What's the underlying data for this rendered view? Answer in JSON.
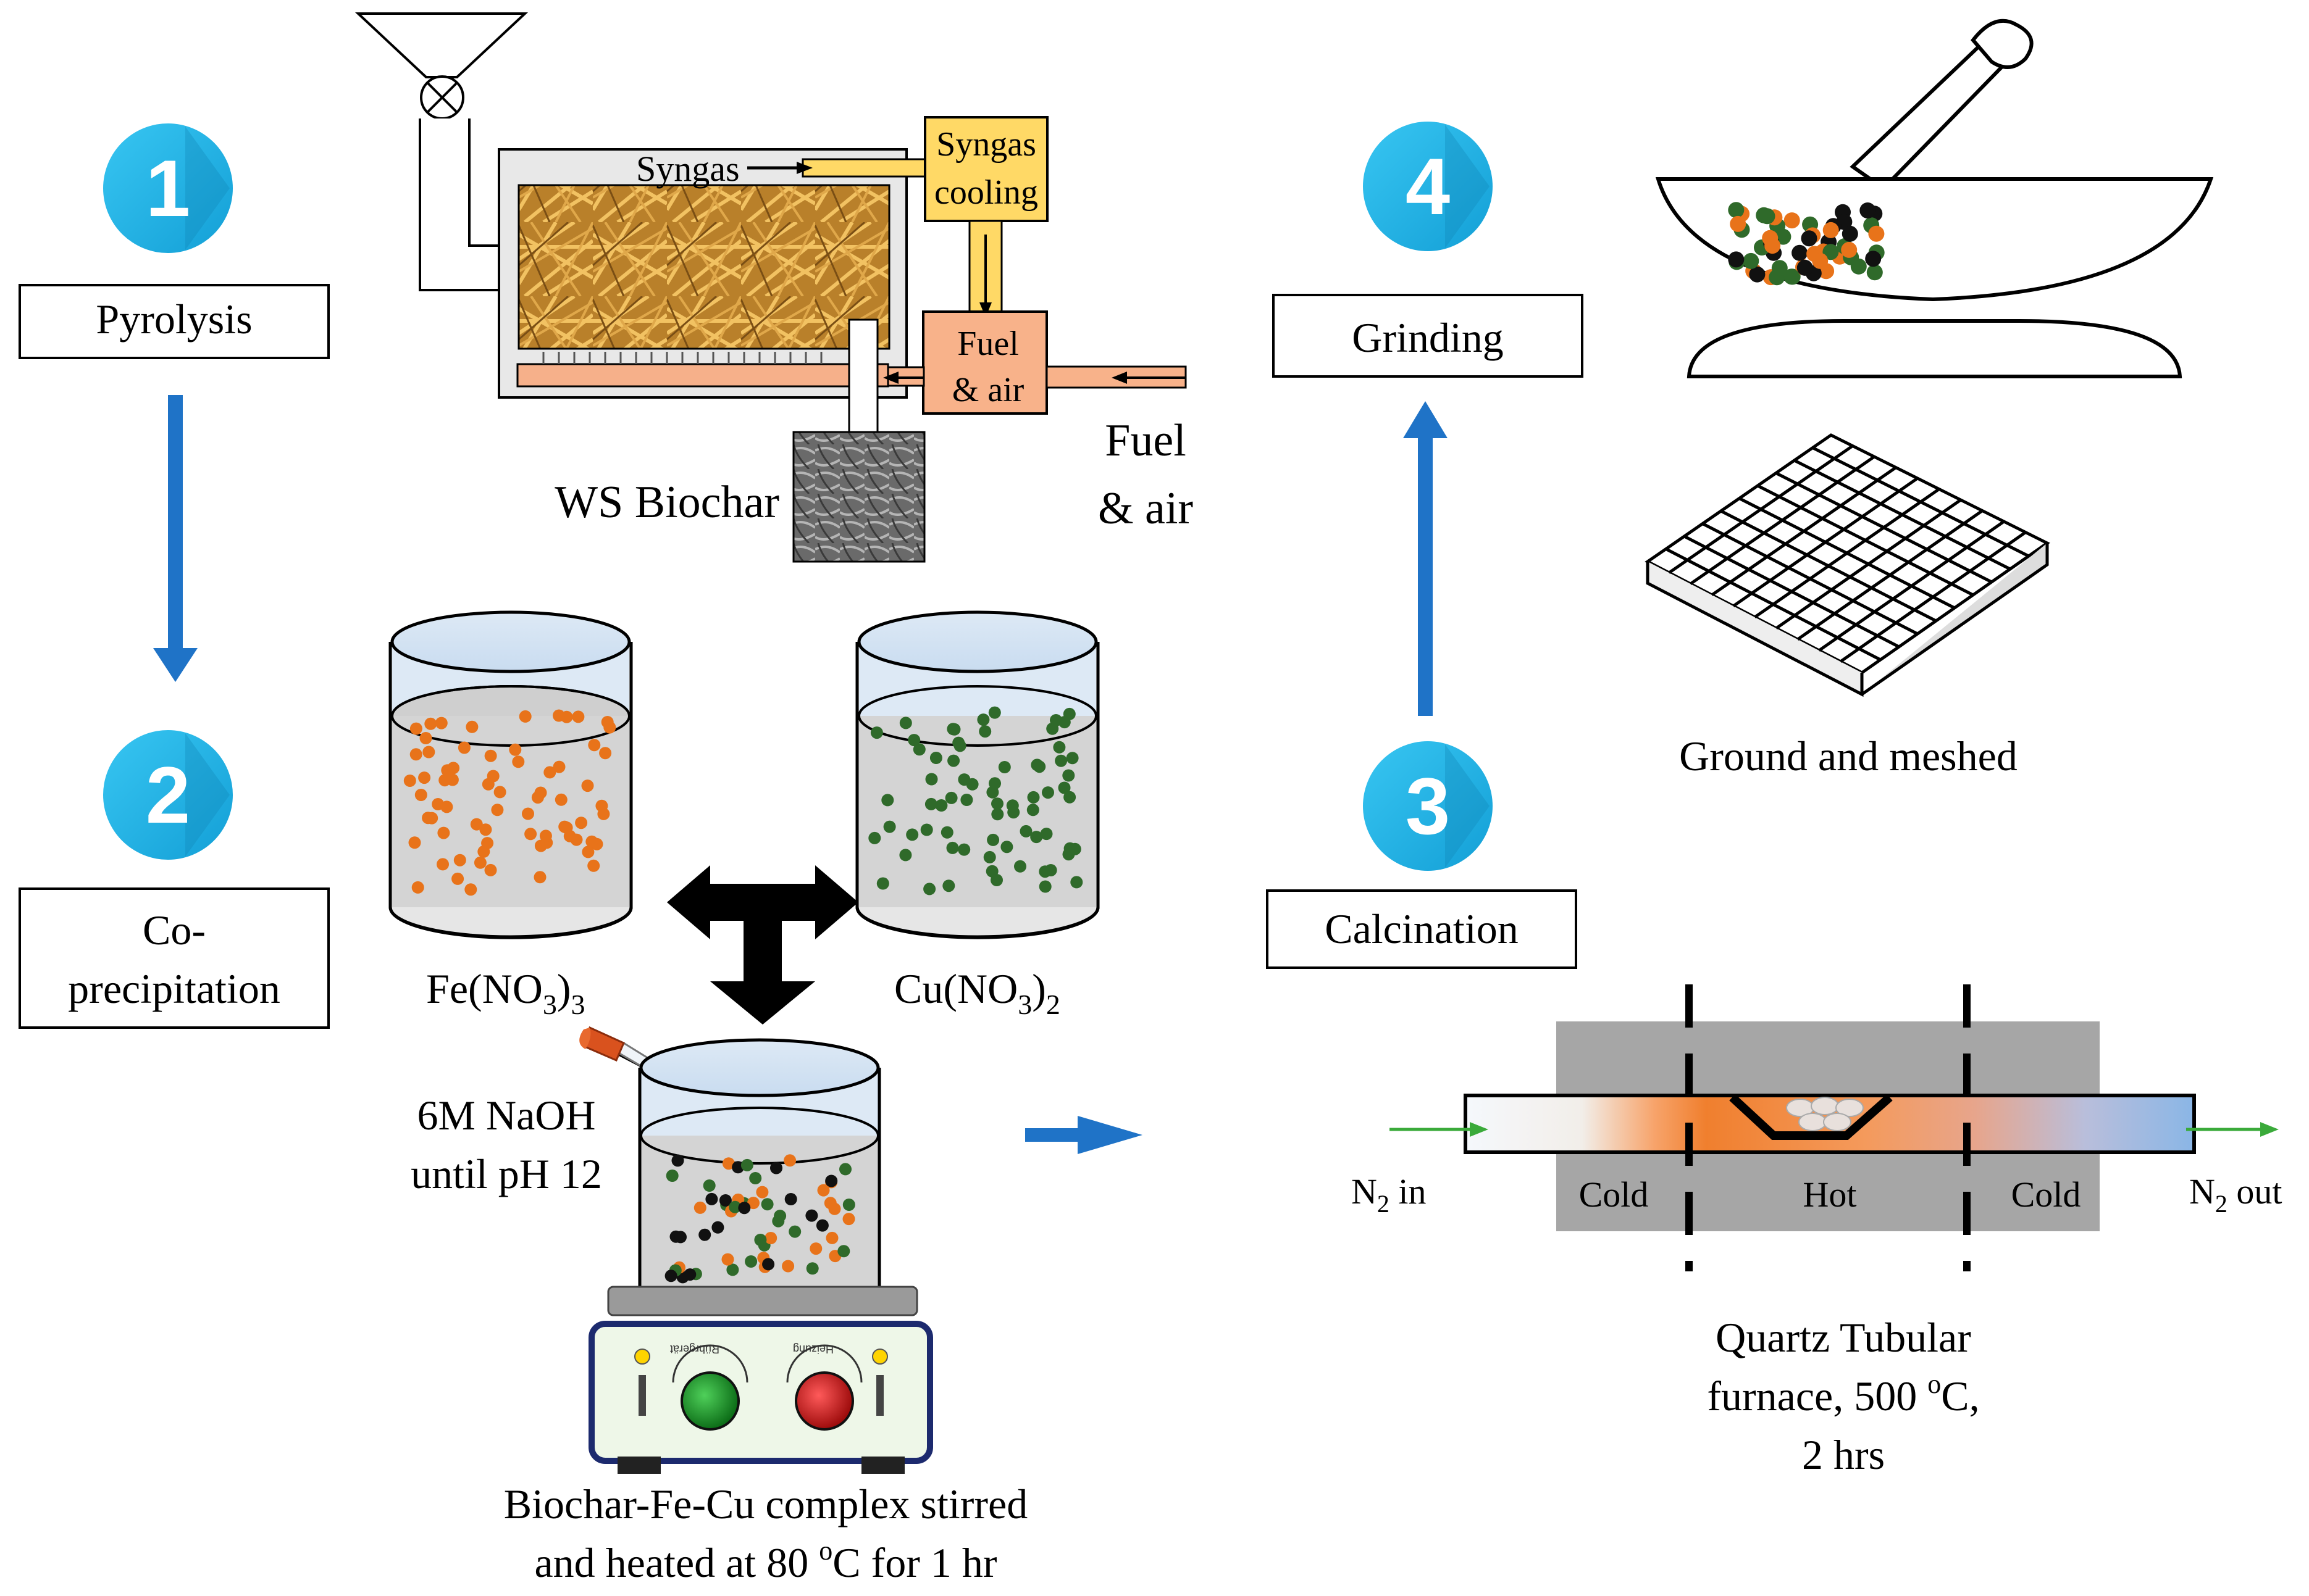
{
  "steps": [
    {
      "number": "1",
      "label": "Pyrolysis"
    },
    {
      "number": "2",
      "label_line1": "Co-",
      "label_line2": "precipitation"
    },
    {
      "number": "3",
      "label": "Calcination"
    },
    {
      "number": "4",
      "label": "Grinding"
    }
  ],
  "pyrolysis": {
    "syngas": "Syngas",
    "syngas_cooling_line1": "Syngas",
    "syngas_cooling_line2": "cooling",
    "fuel_air_box_line1": "Fuel",
    "fuel_air_box_line2": "& air",
    "fuel_air_line1": "Fuel",
    "fuel_air_line2": "& air",
    "biochar_label": "WS Biochar"
  },
  "coprecipitation": {
    "fe_label": "Fe(NO",
    "fe_sub": "3",
    "fe_close": ")",
    "fe_sub2": "3",
    "cu_label": "Cu(NO",
    "cu_sub": "3",
    "cu_close": ")",
    "cu_sub2": "2",
    "naoh_line1": "6M NaOH",
    "naoh_line2": "until pH 12",
    "caption_line1": "Biochar-Fe-Cu complex stirred",
    "caption_line2_a": "and heated at 80 ",
    "caption_line2_sup": "o",
    "caption_line2_b": "C for 1 hr",
    "stirrer_label_rpm": "Rührgerät",
    "stirrer_label_heat": "Heizung"
  },
  "calcination": {
    "n2_in_a": "N",
    "n2_in_sub": "2",
    "n2_in_b": " in",
    "n2_out_a": "N",
    "n2_out_sub": "2",
    "n2_out_b": " out",
    "cold_left": "Cold",
    "hot": "Hot",
    "cold_right": "Cold",
    "caption_line1": "Quartz Tubular",
    "caption_line2_a": "furnace, 500 ",
    "caption_line2_sup": "o",
    "caption_line2_b": "C,",
    "caption_line3": "2 hrs"
  },
  "grinding": {
    "caption": "Ground and meshed"
  },
  "colors": {
    "step_circle": "#1fb6e8",
    "arrow_blue": "#1f73c7",
    "fe_particle": "#e8731a",
    "cu_particle": "#2f6a2a",
    "syngas_yellow": "#ffd966",
    "fuel_orange": "#f8b28a",
    "furnace_gray": "#a6a6a6"
  }
}
